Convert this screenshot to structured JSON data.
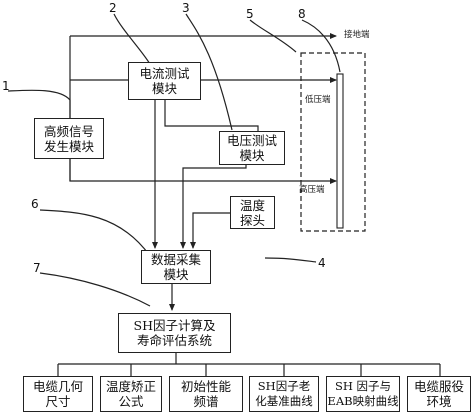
{
  "boxes": {
    "hf_module": "高频信号\n发生模块",
    "current_module": "电流测试\n模块",
    "voltage_module": "电压测试\n模块",
    "temp_probe": "温度\n探头",
    "daq_module": "数据采集\n模块",
    "sh_system": "SH因子计算及\n寿命评估系统"
  },
  "outputs": [
    "电缆几何\n尺寸",
    "温度矫正\n公式",
    "初始性能\n频谱",
    "SH因子老\n化基准曲线",
    "SH 因子与\nEAB映射曲线",
    "电缆服役\n环境"
  ],
  "terminals": {
    "ground": "接地端",
    "low_voltage": "低压端",
    "high_voltage": "高压端"
  },
  "callouts": [
    "1",
    "2",
    "3",
    "4",
    "5",
    "6",
    "7",
    "8"
  ]
}
